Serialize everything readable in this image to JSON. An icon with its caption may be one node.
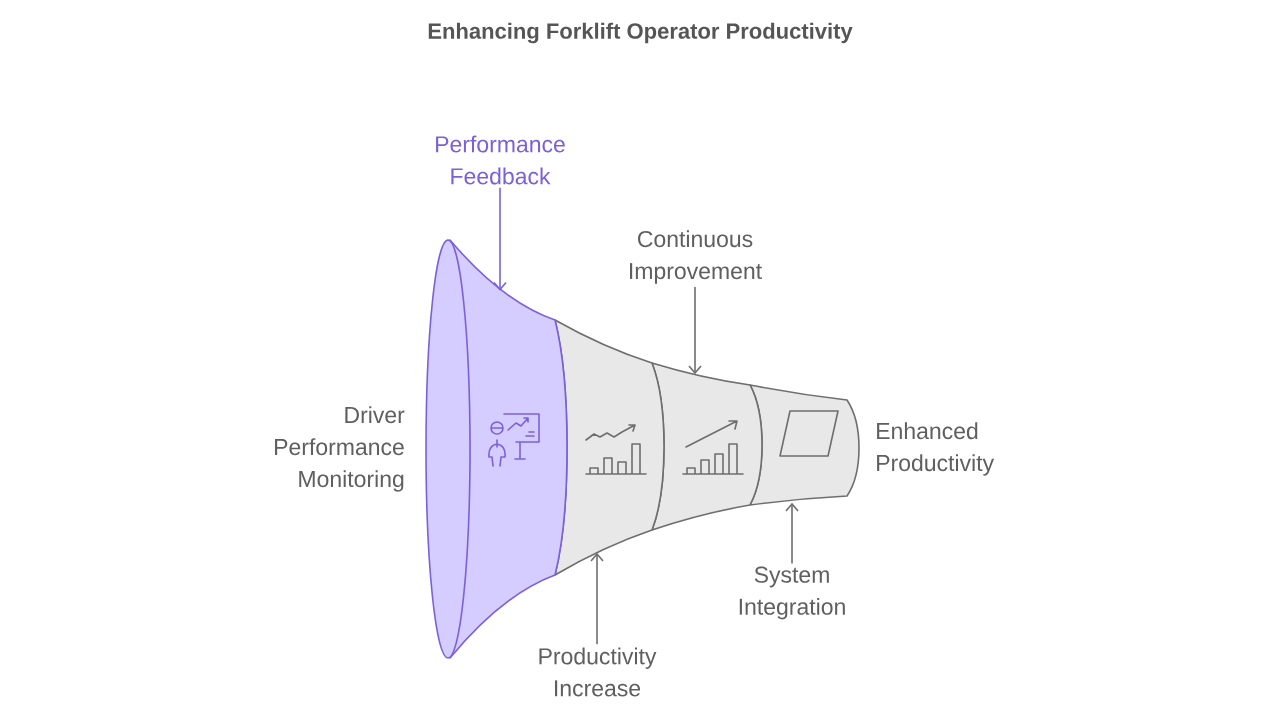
{
  "diagram": {
    "title": "Enhancing Forklift Operator Productivity",
    "nodes": [
      {
        "text": [],
        "shape": "band",
        "beside": [
          "Driver Performance Monitoring"
        ]
      },
      {
        "text": [],
        "shape": "band"
      },
      {
        "text": [],
        "shape": "band"
      },
      {
        "text": [],
        "shape": "band",
        "beside": [
          "Enhanced Productivity"
        ]
      },
      {
        "text": [
          "Performance Feedback"
        ]
      },
      {
        "text": [
          "Continuous Improvement"
        ]
      },
      {
        "text": [
          "Productivity Increase"
        ]
      },
      {
        "text": [
          "System Integration"
        ]
      }
    ],
    "edges": [
      {
        "from": 4,
        "to": 0,
        "arrow": "to",
        "color": "#7b61d9"
      },
      {
        "from": 5,
        "to": 2,
        "arrow": "to"
      },
      {
        "from": 6,
        "to": 1,
        "arrow": "to"
      },
      {
        "from": 7,
        "to": 3,
        "arrow": "to"
      }
    ]
  }
}
